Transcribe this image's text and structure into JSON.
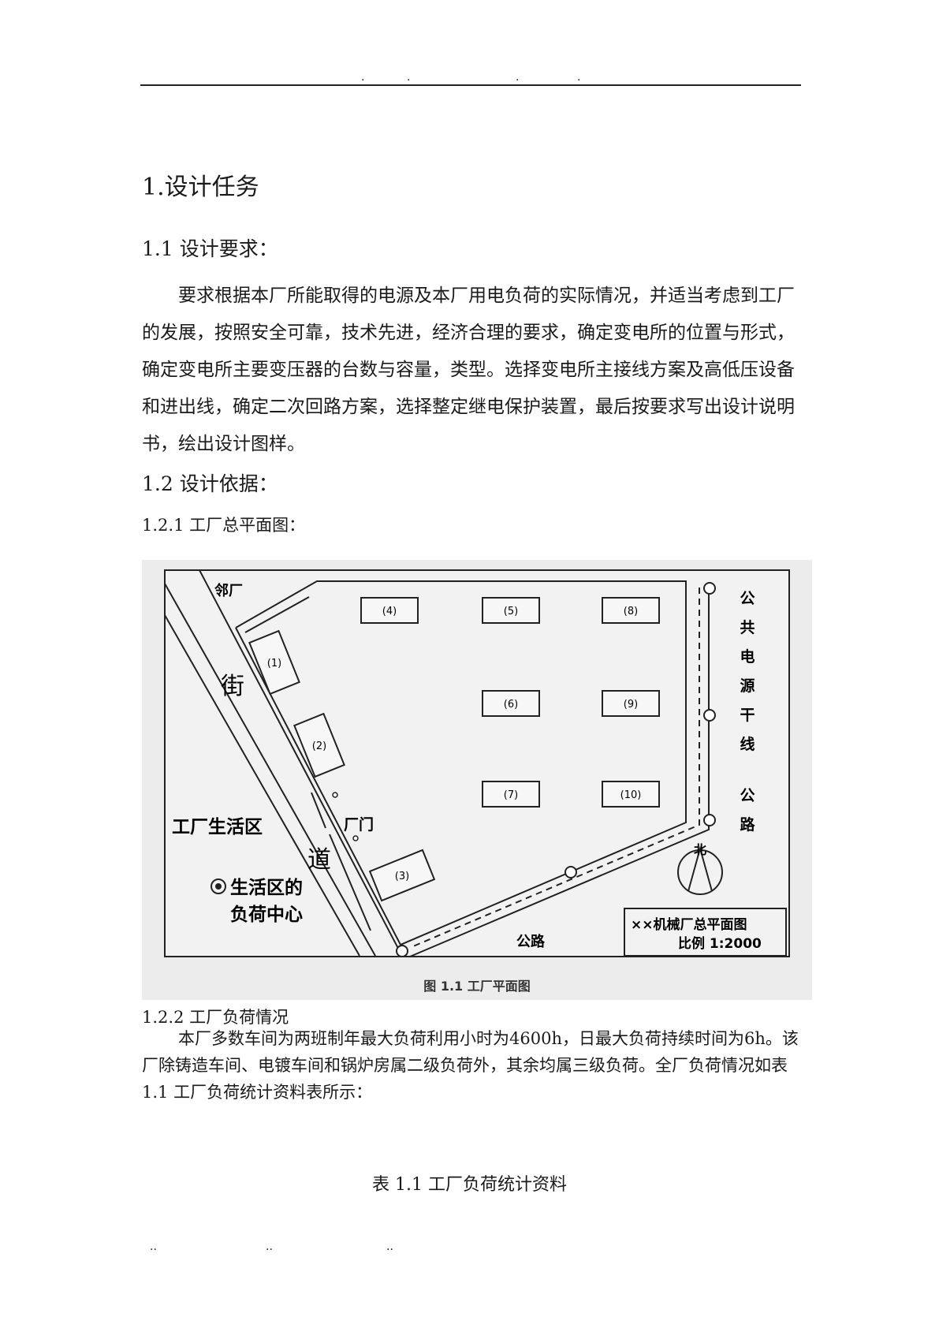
{
  "header": {
    "dots": [
      ".",
      ".",
      ".",
      "."
    ]
  },
  "section1": {
    "title": "1.设计任务"
  },
  "section1_1": {
    "title": "1.1 设计要求：",
    "paragraph": "要求根据本厂所能取得的电源及本厂用电负荷的实际情况，并适当考虑到工厂的发展，按照安全可靠，技术先进，经济合理的要求，确定变电所的位置与形式，确定变电所主要变压器的台数与容量，类型。选择变电所主接线方案及高低压设备和进出线，确定二次回路方案，选择整定继电保护装置，最后按要求写出设计说明书，绘出设计图样。"
  },
  "section1_2": {
    "title": "1.2 设计依据："
  },
  "section1_2_1": {
    "title": "1.2.1 工厂总平面图："
  },
  "figure": {
    "buildings": [
      "(1)",
      "(2)",
      "(3)",
      "(4)",
      "(5)",
      "(6)",
      "(7)",
      "(8)",
      "(9)",
      "(10)"
    ],
    "neighbor": "邻厂",
    "street_1": "街",
    "street_2": "道",
    "living_area": "工厂生活区",
    "load_center_1": "生活区的",
    "load_center_2": "负荷中心",
    "gate": "厂门",
    "road_bottom": "公路",
    "power_line": [
      "公",
      "共",
      "电",
      "源",
      "干",
      "线"
    ],
    "road_right": [
      "公",
      "路"
    ],
    "north": "北",
    "title_block_1": "××机械厂总平面图",
    "title_block_2": "比例 1:2000",
    "caption": "图 1.1   工厂平面图"
  },
  "section1_2_2": {
    "title": "1.2.2 工厂负荷情况",
    "paragraph": "本厂多数车间为两班制年最大负荷利用小时为4600h，日最大负荷持续时间为6h。该厂除铸造车间、电镀车间和锅炉房属二级负荷外，其余均属三级负荷。全厂负荷情况如表 1.1 工厂负荷统计资料表所示："
  },
  "table": {
    "title": "表 1.1    工厂负荷统计资料"
  },
  "footer": {
    "dots": [
      "..",
      "..",
      ".."
    ]
  }
}
